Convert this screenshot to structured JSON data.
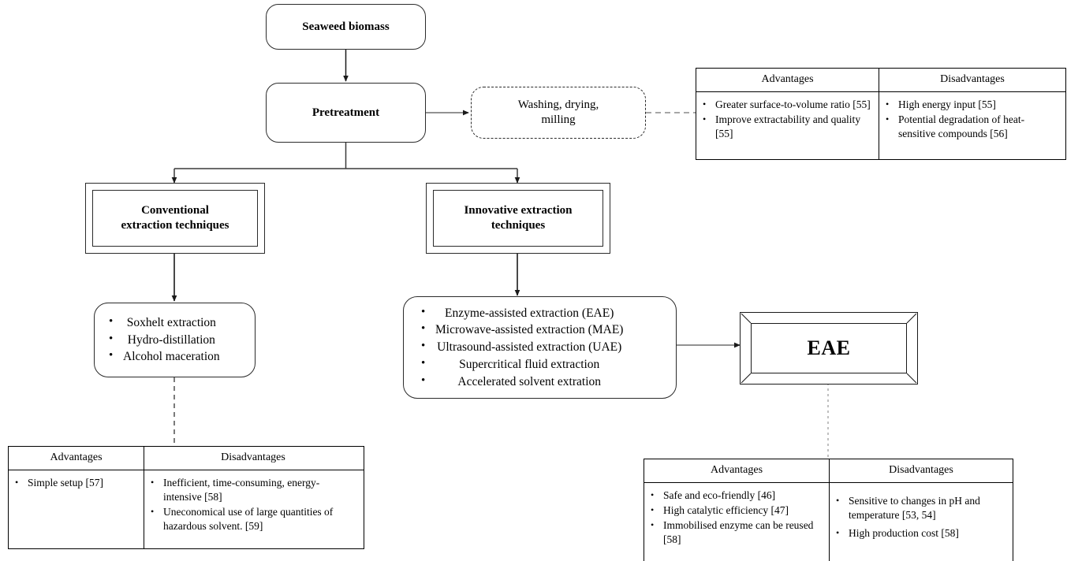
{
  "diagram": {
    "title_nodes": {
      "seaweed": "Seaweed biomass",
      "pretreatment": "Pretreatment",
      "pretreatment_detail": "Washing, drying,\nmilling",
      "conventional": "Conventional\nextraction techniques",
      "innovative": "Innovative extraction\ntechniques",
      "eae": "EAE"
    },
    "conventional_methods": [
      "Soxhelt extraction",
      "Hydro-distillation",
      "Alcohol maceration"
    ],
    "innovative_methods": [
      "Enzyme-assisted extraction (EAE)",
      "Microwave-assisted extraction (MAE)",
      "Ultrasound-assisted extraction (UAE)",
      "Supercritical fluid extraction",
      "Accelerated solvent extration"
    ],
    "tables": {
      "pretreatment": {
        "headers": [
          "Advantages",
          "Disadvantages"
        ],
        "advantages": [
          "Greater surface-to-volume ratio [55]",
          "Improve extractability and quality [55]"
        ],
        "disadvantages": [
          "High energy input [55]",
          "Potential degradation of heat-sensitive compounds [56]"
        ]
      },
      "conventional": {
        "headers": [
          "Advantages",
          "Disadvantages"
        ],
        "advantages": [
          "Simple setup [57]"
        ],
        "disadvantages": [
          "Inefficient, time-consuming, energy-intensive [58]",
          "Uneconomical use of large quantities of hazardous solvent. [59]"
        ]
      },
      "eae": {
        "headers": [
          "Advantages",
          "Disadvantages"
        ],
        "advantages": [
          "Safe and eco-friendly [46]",
          "High catalytic efficiency [47]",
          "Immobilised enzyme can be reused [58]"
        ],
        "disadvantages": [
          "Sensitive to changes in pH and temperature [53, 54]",
          "High production cost [58]"
        ]
      }
    },
    "colors": {
      "line": "#2b2b2b",
      "table_border": "#000000",
      "dashed_connector": "#8a8a8a",
      "background": "#ffffff"
    }
  }
}
